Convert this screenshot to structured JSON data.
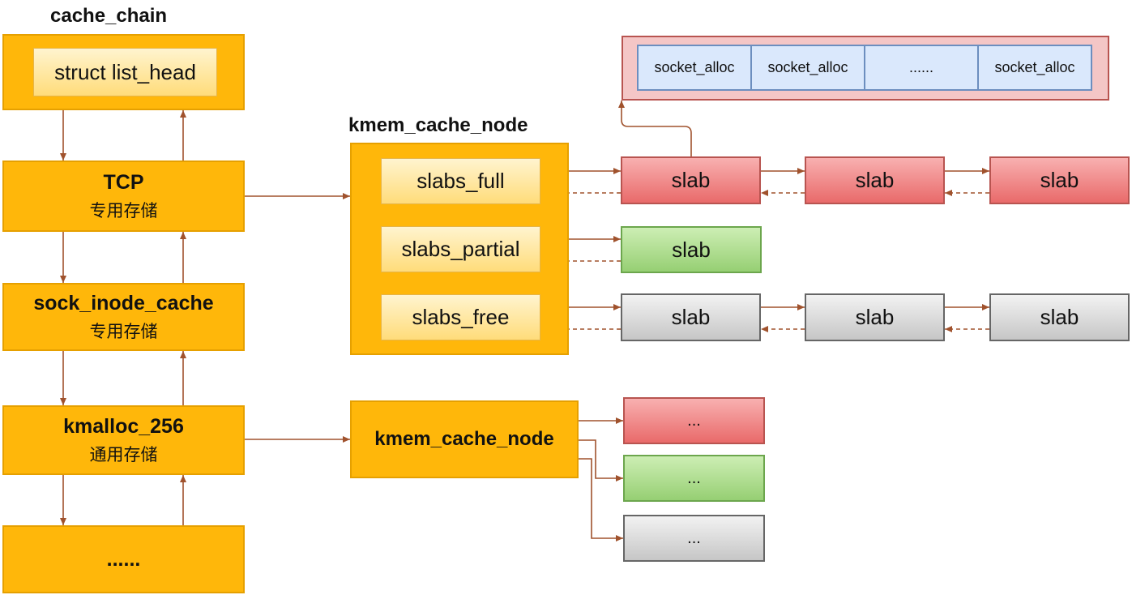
{
  "cache_chain": {
    "title": "cache_chain",
    "head_label": "struct list_head",
    "caches": [
      {
        "name": "TCP",
        "kind": "专用存储"
      },
      {
        "name": "sock_inode_cache",
        "kind": "专用存储"
      },
      {
        "name": "kmalloc_256",
        "kind": "通用存储"
      },
      {
        "name": "......"
      }
    ]
  },
  "kmem_cache_node_top": {
    "title": "kmem_cache_node",
    "lists": [
      "slabs_full",
      "slabs_partial",
      "slabs_free"
    ]
  },
  "kmem_cache_node_bottom": {
    "label": "kmem_cache_node"
  },
  "slab_label": "slab",
  "placeholder_label": "...",
  "socket_allocs": [
    "socket_alloc",
    "socket_alloc",
    "......",
    "socket_alloc"
  ],
  "colors": {
    "orange": "#ffb70a",
    "full": "#e96a6a",
    "partial": "#96cf73",
    "free": "#c6c6c6",
    "cell": "#dae8fc",
    "arrow": "#a0522d"
  }
}
